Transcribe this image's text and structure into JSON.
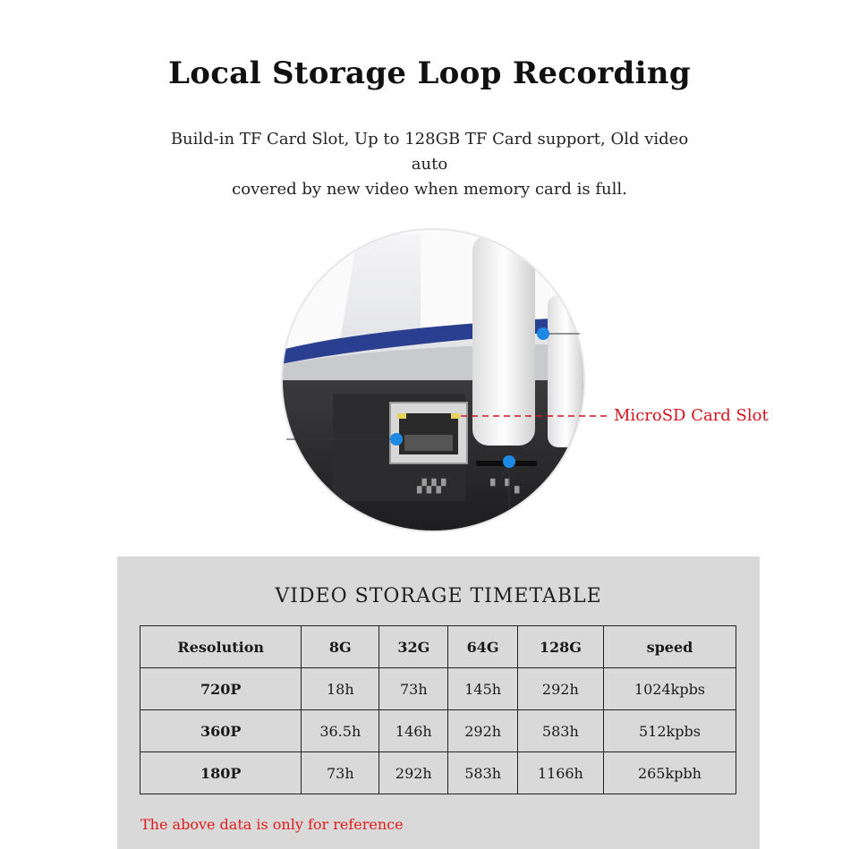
{
  "header": {
    "title": "Local Storage Loop Recording",
    "description_line1": "Build-in TF Card Slot, Up to 128GB TF Card support, Old video auto",
    "description_line2": "covered by new video when memory card is full."
  },
  "photo": {
    "callout_label": "MicroSD Card Slot"
  },
  "timetable": {
    "title": "VIDEO STORAGE TIMETABLE",
    "headers": [
      "Resolution",
      "8G",
      "32G",
      "64G",
      "128G",
      "speed"
    ],
    "rows": [
      [
        "720P",
        "18h",
        "73h",
        "145h",
        "292h",
        "1024kpbs"
      ],
      [
        "360P",
        "36.5h",
        "146h",
        "292h",
        "583h",
        "512kpbs"
      ],
      [
        "180P",
        "73h",
        "292h",
        "583h",
        "1166h",
        "265kpbh"
      ]
    ],
    "note": "The above data is  only for reference"
  },
  "colors": {
    "accent_red": "#d4121b",
    "panel_gray": "#d9d9d9",
    "marker_blue": "#1e88e5"
  }
}
